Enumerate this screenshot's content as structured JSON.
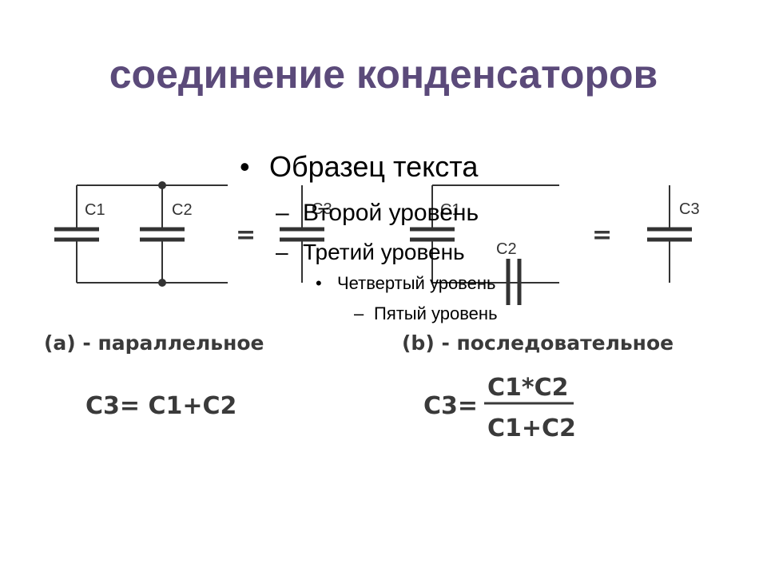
{
  "slide": {
    "title": "соединение конденсаторов"
  },
  "bullets": [
    {
      "marker": "•",
      "text": "Образец текста"
    },
    {
      "marker": "–",
      "text": "Второй уровень"
    },
    {
      "marker": "–",
      "text": "Третий уровень"
    },
    {
      "marker": "•",
      "text": "Четвертый уровень"
    },
    {
      "marker": "–",
      "text": "Пятый уровень"
    }
  ],
  "diagram": {
    "parallel": {
      "labels": {
        "c1": "C1",
        "c2": "C2",
        "c3": "C3",
        "equals": "="
      },
      "caption": "(a) - параллельное",
      "formula": "C3= C1+C2"
    },
    "series": {
      "labels": {
        "c1": "C1",
        "c2": "C2",
        "c3": "C3",
        "equals": "="
      },
      "caption": "(b) - последовательное",
      "formula_lhs": "C3=",
      "numerator": "C1*C2",
      "denominator": "C1+C2"
    }
  },
  "colors": {
    "title": "#5b4a7a",
    "circuit": "#333333"
  }
}
